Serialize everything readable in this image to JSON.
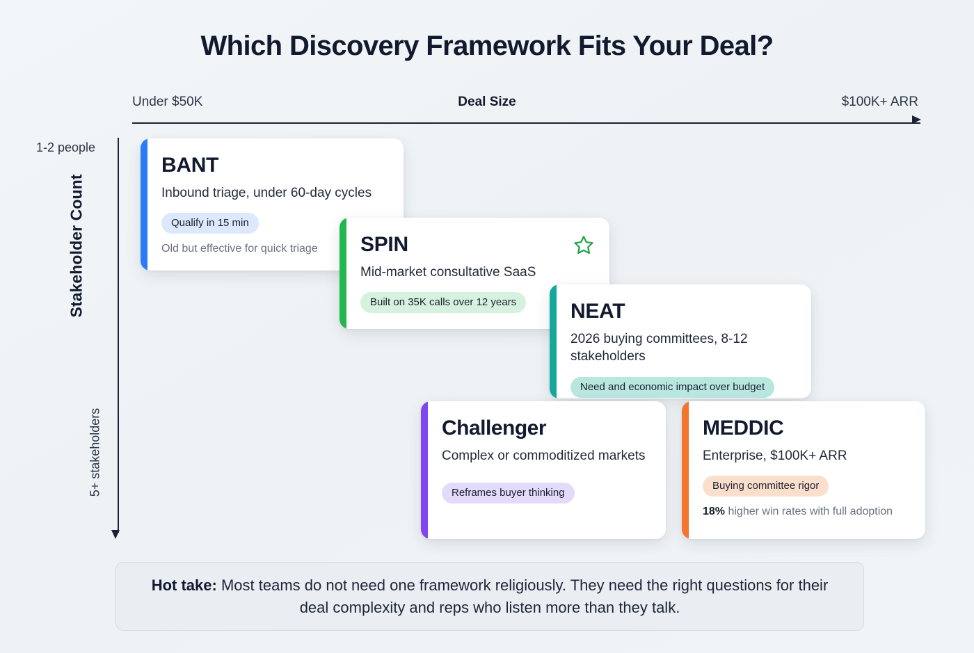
{
  "title": "Which Discovery Framework Fits Your Deal?",
  "axes": {
    "x": {
      "label": "Deal Size",
      "left_tick": "Under $50K",
      "right_tick": "$100K+ ARR"
    },
    "y": {
      "label": "Stakeholder Count",
      "top_tick": "1-2 people",
      "bottom_tick": "5+ stakeholders"
    }
  },
  "chart_data": {
    "type": "scatter",
    "title": "Which Discovery Framework Fits Your Deal?",
    "xlabel": "Deal Size",
    "ylabel": "Stakeholder Count",
    "x_range": [
      "Under $50K",
      "$100K+ ARR"
    ],
    "y_range": [
      "1-2 people",
      "5+ stakeholders"
    ],
    "grid": false,
    "legend": "none",
    "points": [
      {
        "name": "BANT",
        "x": 0.03,
        "y": 0.02
      },
      {
        "name": "SPIN",
        "x": 0.28,
        "y": 0.22
      },
      {
        "name": "NEAT",
        "x": 0.55,
        "y": 0.4
      },
      {
        "name": "Challenger",
        "x": 0.39,
        "y": 0.7
      },
      {
        "name": "MEDDIC",
        "x": 0.72,
        "y": 0.7
      }
    ]
  },
  "cards": [
    {
      "name": "BANT",
      "description": "Inbound triage, under 60-day cycles",
      "pill": "Qualify in 15 min",
      "note_plain": "Old but effective for quick triage",
      "accent": "#2b7bf3",
      "pill_bg": "#dce8fb"
    },
    {
      "name": "SPIN",
      "description": "Mid-market consultative SaaS",
      "pill": "Built on 35K calls over 12 years",
      "accent": "#23b74f",
      "pill_bg": "#d6f2de",
      "icon": "star-icon"
    },
    {
      "name": "NEAT",
      "description": "2026 buying committees, 8-12 stakeholders",
      "pill": "Need and economic impact over budget",
      "accent": "#14a89a",
      "pill_bg": "#b9e6de"
    },
    {
      "name": "Challenger",
      "description": "Complex or commoditized markets",
      "pill": "Reframes buyer thinking",
      "accent": "#8047f0",
      "pill_bg": "#e4daf9"
    },
    {
      "name": "MEDDIC",
      "description": "Enterprise, $100K+ ARR",
      "pill": "Buying committee rigor",
      "note_stat": "18%",
      "note_rest": " higher win rates with full adoption",
      "accent": "#f4762e",
      "pill_bg": "#fbdfcd"
    }
  ],
  "footer": {
    "lead": "Hot take:",
    "body": " Most teams do not need one framework religiously. They need the right questions for their deal complexity and reps who listen more than they talk."
  }
}
